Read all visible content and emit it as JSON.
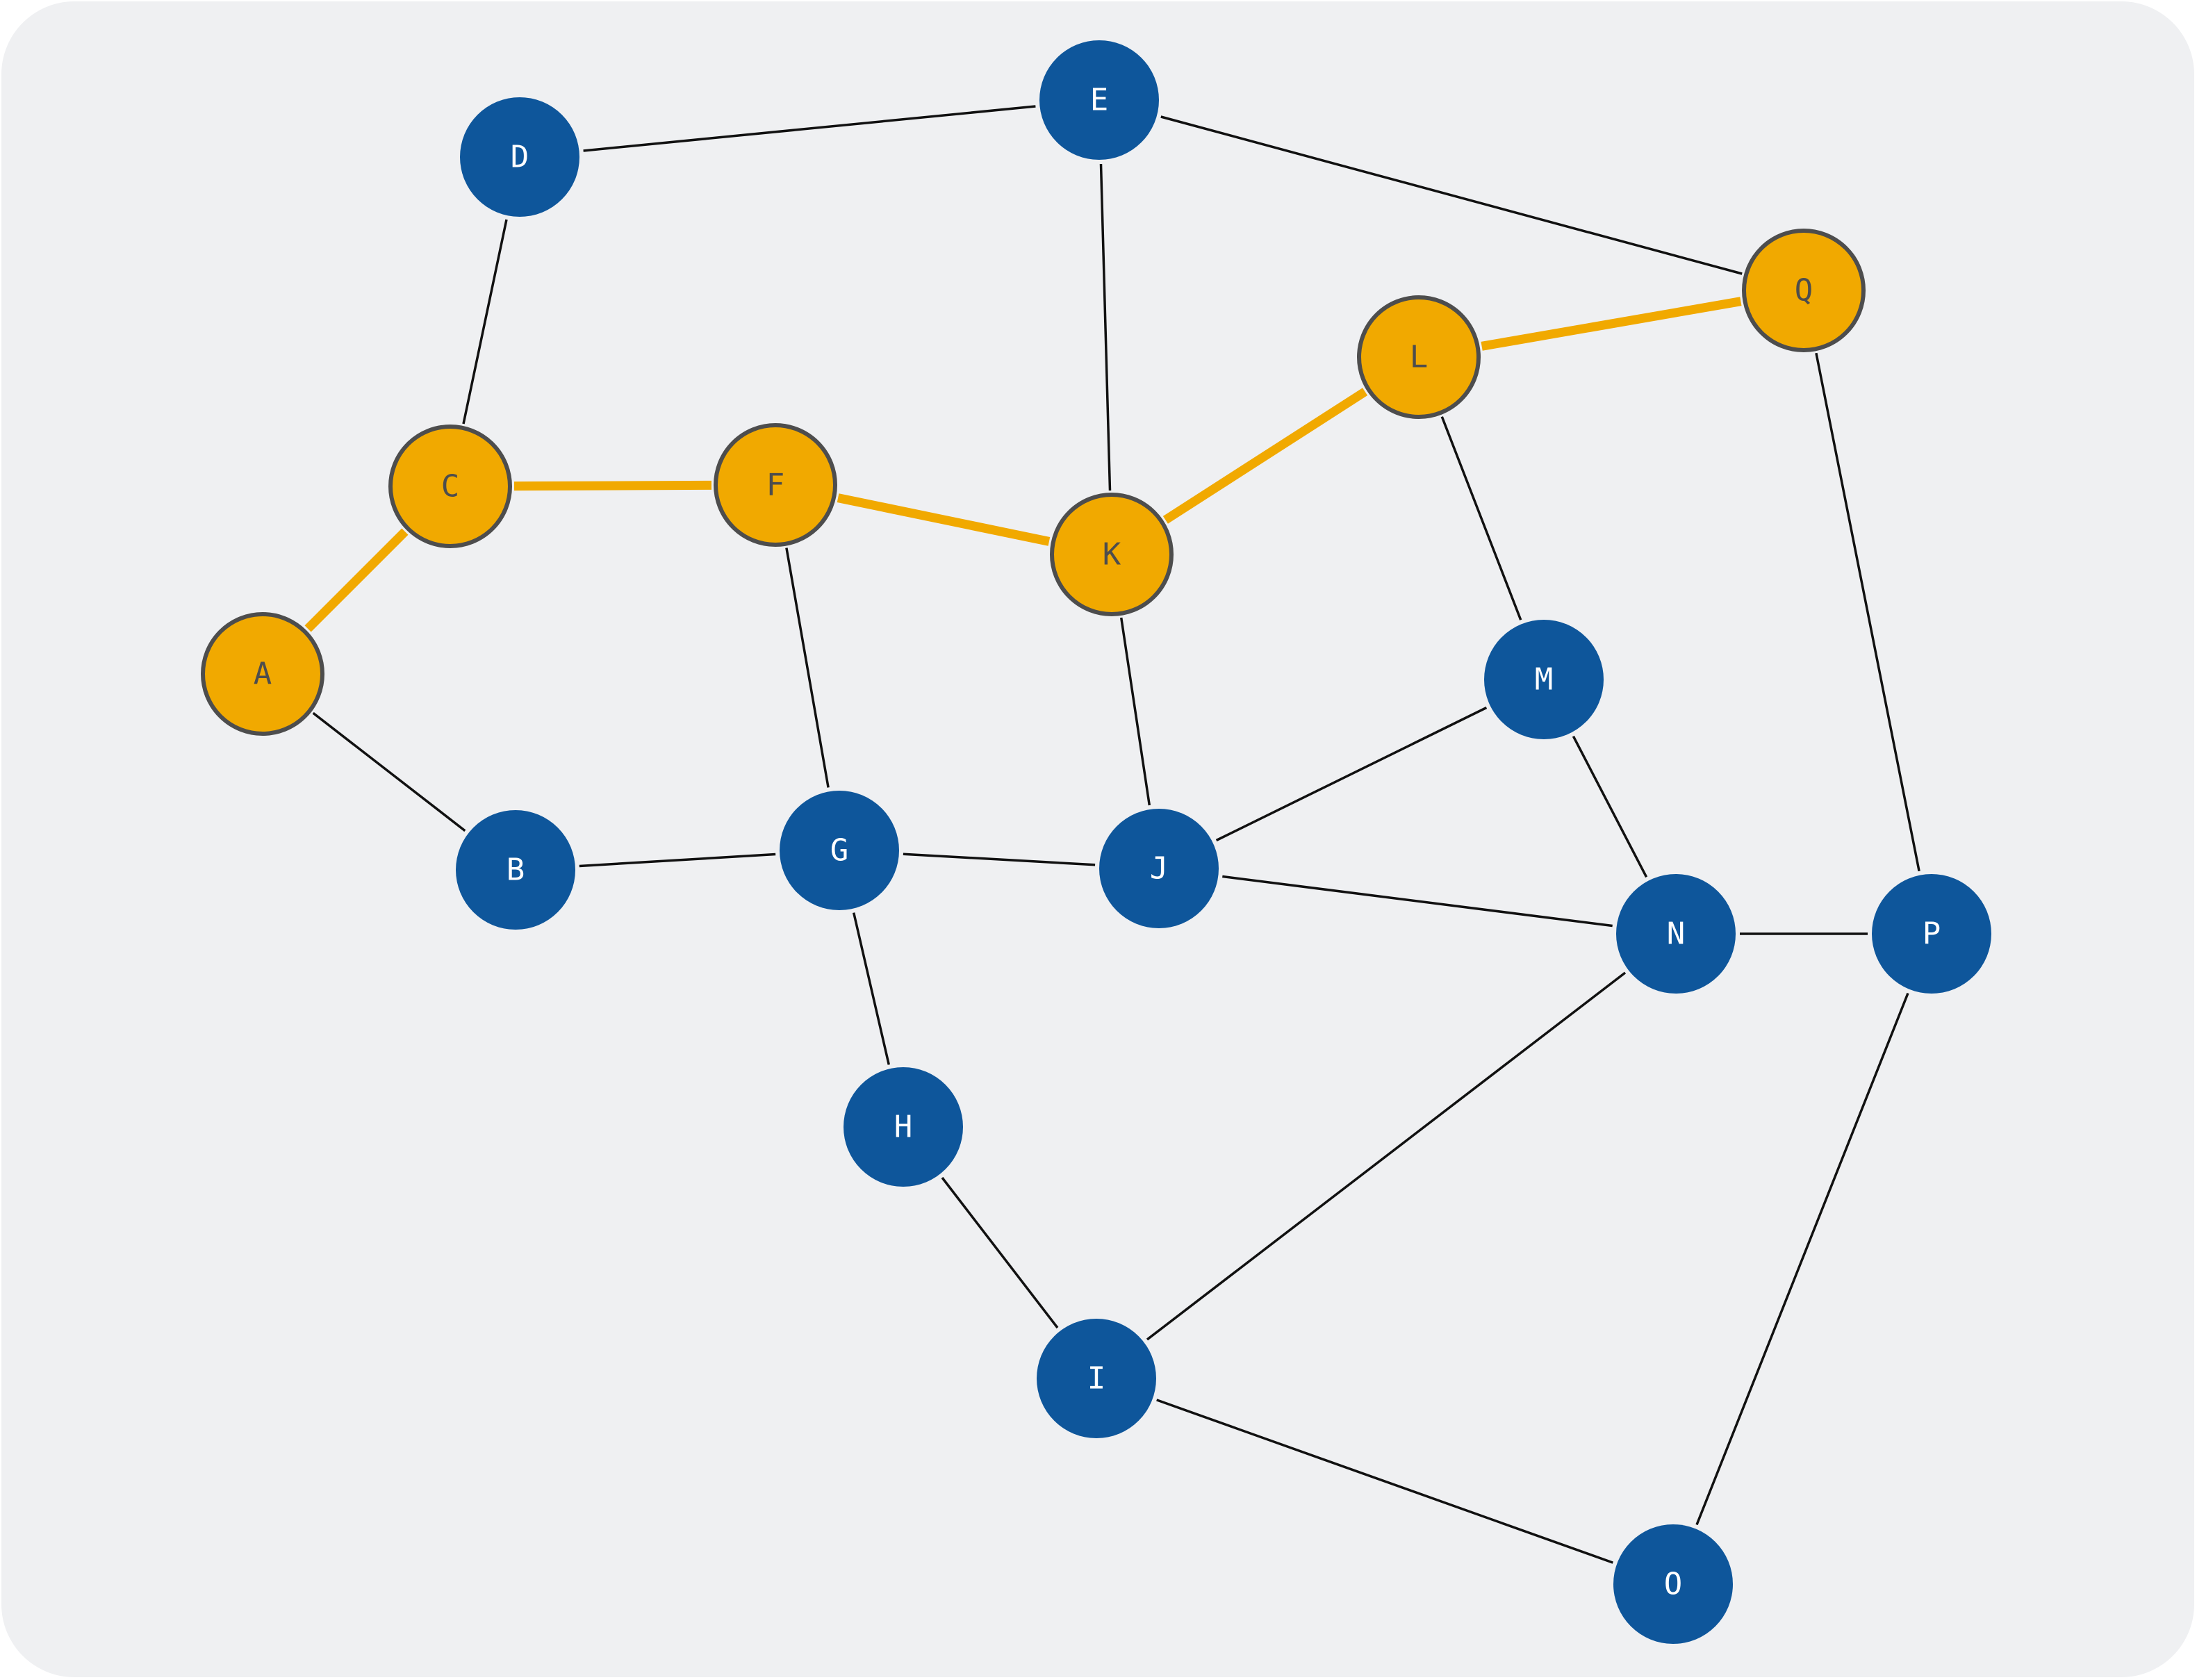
{
  "colors": {
    "background": "#eff0f2",
    "node_default_fill": "#0e569b",
    "node_default_text": "#ffffff",
    "node_highlight_fill": "#f1a900",
    "node_highlight_stroke": "#4d4d4d",
    "node_highlight_text": "#4d4d4d",
    "edge_default": "#111111",
    "edge_highlight": "#f1a900"
  },
  "nodes": [
    {
      "id": "A",
      "label": "A",
      "highlighted": true
    },
    {
      "id": "B",
      "label": "B",
      "highlighted": false
    },
    {
      "id": "C",
      "label": "C",
      "highlighted": true
    },
    {
      "id": "D",
      "label": "D",
      "highlighted": false
    },
    {
      "id": "E",
      "label": "E",
      "highlighted": false
    },
    {
      "id": "F",
      "label": "F",
      "highlighted": true
    },
    {
      "id": "G",
      "label": "G",
      "highlighted": false
    },
    {
      "id": "H",
      "label": "H",
      "highlighted": false
    },
    {
      "id": "I",
      "label": "I",
      "highlighted": false
    },
    {
      "id": "J",
      "label": "J",
      "highlighted": false
    },
    {
      "id": "K",
      "label": "K",
      "highlighted": true
    },
    {
      "id": "L",
      "label": "L",
      "highlighted": true
    },
    {
      "id": "M",
      "label": "M",
      "highlighted": false
    },
    {
      "id": "N",
      "label": "N",
      "highlighted": false
    },
    {
      "id": "O",
      "label": "O",
      "highlighted": false
    },
    {
      "id": "P",
      "label": "P",
      "highlighted": false
    },
    {
      "id": "Q",
      "label": "Q",
      "highlighted": true
    }
  ],
  "edges": [
    {
      "from": "A",
      "to": "B",
      "highlighted": false
    },
    {
      "from": "A",
      "to": "C",
      "highlighted": true
    },
    {
      "from": "B",
      "to": "G",
      "highlighted": false
    },
    {
      "from": "C",
      "to": "D",
      "highlighted": false
    },
    {
      "from": "C",
      "to": "F",
      "highlighted": true
    },
    {
      "from": "D",
      "to": "E",
      "highlighted": false
    },
    {
      "from": "E",
      "to": "K",
      "highlighted": false
    },
    {
      "from": "E",
      "to": "Q",
      "highlighted": false
    },
    {
      "from": "F",
      "to": "G",
      "highlighted": false
    },
    {
      "from": "F",
      "to": "K",
      "highlighted": true
    },
    {
      "from": "G",
      "to": "J",
      "highlighted": false
    },
    {
      "from": "G",
      "to": "H",
      "highlighted": false
    },
    {
      "from": "H",
      "to": "I",
      "highlighted": false
    },
    {
      "from": "I",
      "to": "N",
      "highlighted": false
    },
    {
      "from": "I",
      "to": "O",
      "highlighted": false
    },
    {
      "from": "J",
      "to": "K",
      "highlighted": false
    },
    {
      "from": "J",
      "to": "M",
      "highlighted": false
    },
    {
      "from": "J",
      "to": "N",
      "highlighted": false
    },
    {
      "from": "K",
      "to": "L",
      "highlighted": true
    },
    {
      "from": "L",
      "to": "Q",
      "highlighted": true
    },
    {
      "from": "L",
      "to": "M",
      "highlighted": false
    },
    {
      "from": "M",
      "to": "N",
      "highlighted": false
    },
    {
      "from": "N",
      "to": "P",
      "highlighted": false
    },
    {
      "from": "P",
      "to": "Q",
      "highlighted": false
    },
    {
      "from": "P",
      "to": "O",
      "highlighted": false
    }
  ]
}
